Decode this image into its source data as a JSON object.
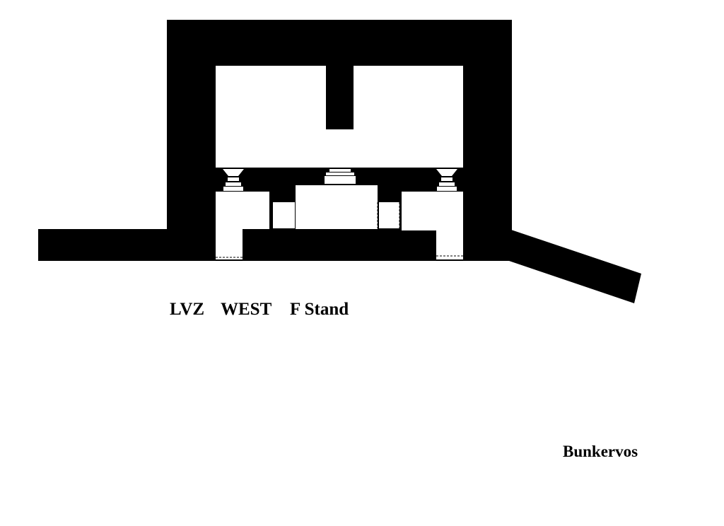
{
  "diagram": {
    "title_parts": [
      "LVZ",
      "WEST",
      "F Stand"
    ],
    "credit": "Bunkervos"
  },
  "colors": {
    "wall": "#000000",
    "space": "#ffffff",
    "background": "#ffffff"
  }
}
